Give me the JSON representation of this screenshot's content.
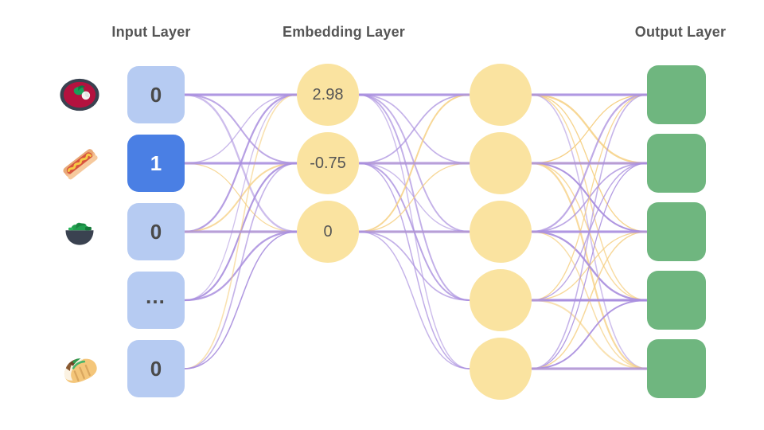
{
  "diagram": {
    "title_input": "Input Layer",
    "title_embedding": "Embedding Layer",
    "title_output": "Output Layer",
    "colors": {
      "input_inactive": "#b6cbf2",
      "input_active": "#4a7fe4",
      "embedding": "#fae3a0",
      "hidden": "#fae3a0",
      "output": "#6fb67f",
      "edge_purple": "#a98ede",
      "edge_yellow": "#f5ce7e",
      "title_text": "#555555",
      "value_text": "#4a4a4a",
      "background": "#ffffff"
    }
  },
  "input_layer": {
    "label": "Input Layer",
    "nodes": [
      {
        "value": "0",
        "active": false,
        "icon": "beet-salad-bowl-icon"
      },
      {
        "value": "1",
        "active": true,
        "icon": "hot-dog-icon"
      },
      {
        "value": "0",
        "active": false,
        "icon": "green-salad-bowl-icon"
      },
      {
        "value": "…",
        "active": false,
        "icon": "none"
      },
      {
        "value": "0",
        "active": false,
        "icon": "burrito-icon"
      }
    ]
  },
  "embedding_layer": {
    "label": "Embedding Layer",
    "nodes": [
      {
        "value": "2.98"
      },
      {
        "value": "-0.75"
      },
      {
        "value": "0"
      }
    ]
  },
  "hidden_layer": {
    "label": "",
    "nodes": [
      {
        "value": ""
      },
      {
        "value": ""
      },
      {
        "value": ""
      },
      {
        "value": ""
      },
      {
        "value": ""
      }
    ]
  },
  "output_layer": {
    "label": "Output Layer",
    "nodes": [
      {
        "value": ""
      },
      {
        "value": ""
      },
      {
        "value": ""
      },
      {
        "value": ""
      },
      {
        "value": ""
      }
    ]
  }
}
